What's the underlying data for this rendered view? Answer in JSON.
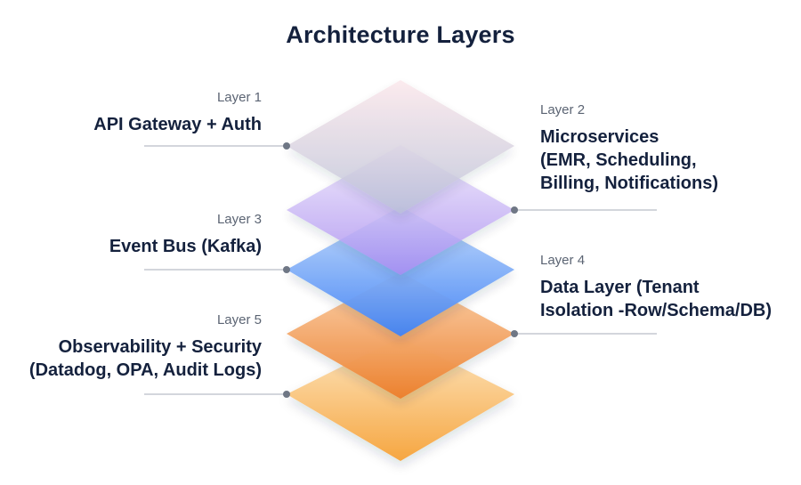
{
  "title": "Architecture Layers",
  "layers": [
    {
      "number": "Layer 1",
      "name": "API Gateway + Auth",
      "side": "left"
    },
    {
      "number": "Layer 2",
      "name": "Microservices\n(EMR, Scheduling,\nBilling, Notifications)",
      "side": "right"
    },
    {
      "number": "Layer 3",
      "name": "Event Bus (Kafka)",
      "side": "left"
    },
    {
      "number": "Layer 4",
      "name": "Data Layer (Tenant\nIsolation -Row/Schema/DB)",
      "side": "right"
    },
    {
      "number": "Layer 5",
      "name": "Observability + Security\n(Datadog, OPA, Audit Logs)",
      "side": "left"
    }
  ]
}
